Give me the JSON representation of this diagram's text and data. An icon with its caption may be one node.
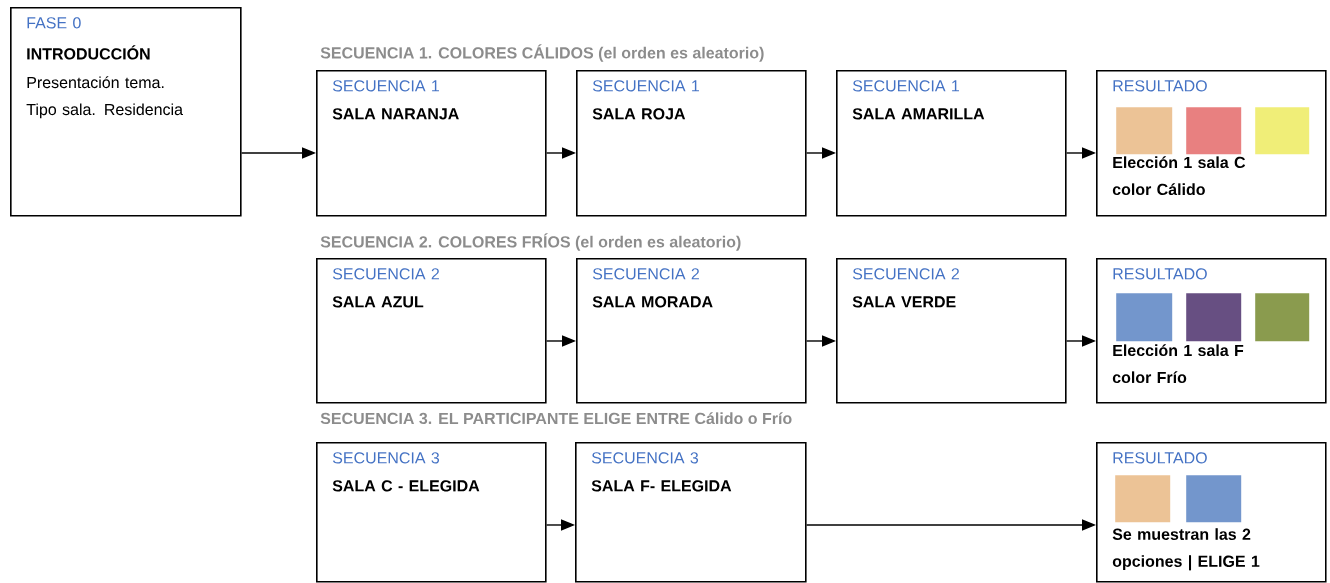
{
  "diagram": {
    "nodes": [
      {
        "text": [
          "FASE 0",
          "INTRODUCCIÓN",
          "Presentación tema. Tipo sala. Residencia"
        ]
      },
      {
        "text": [
          "SECUENCIA  1",
          "SALA NARANJA"
        ]
      },
      {
        "text": [
          "SECUENCIA  1",
          "SALA ROJA"
        ]
      },
      {
        "text": [
          "SECUENCIA  1",
          "SALA AMARILLA"
        ]
      },
      {
        "text": [
          "RESULTADO",
          "Elección 1 sala C color Cálido"
        ]
      },
      {
        "text": [],
        "shape": "box",
        "in": 4
      },
      {
        "text": [],
        "shape": "box",
        "in": 4
      },
      {
        "text": [],
        "shape": "box",
        "in": 4
      },
      {
        "text": [
          "SECUENCIA  2",
          "SALA AZUL"
        ]
      },
      {
        "text": [
          "SECUENCIA  2",
          "SALA MORADA"
        ]
      },
      {
        "text": [
          "SECUENCIA  2",
          "SALA VERDE"
        ]
      },
      {
        "text": [
          "RESULTADO",
          "Elección 1 sala F color Frío"
        ]
      },
      {
        "text": [],
        "shape": "box",
        "in": 11
      },
      {
        "text": [],
        "shape": "box",
        "in": 11
      },
      {
        "text": [],
        "shape": "box",
        "in": 11
      },
      {
        "text": [
          "SECUENCIA  3",
          "SALA C - ELEGIDA"
        ]
      },
      {
        "text": [
          "SECUENCIA  3",
          "SALA F- ELEGIDA"
        ]
      },
      {
        "text": [
          "RESULTADO",
          "Se muestran las 2 opciones | ELIGE 1"
        ]
      },
      {
        "text": [],
        "shape": "box",
        "in": 17
      },
      {
        "text": [],
        "shape": "box",
        "in": 17
      }
    ],
    "edges": [
      {
        "from": 0,
        "to": 1,
        "arrow": "to"
      },
      {
        "from": 1,
        "to": 2,
        "arrow": "to"
      },
      {
        "from": 2,
        "to": 3,
        "arrow": "to"
      },
      {
        "from": 3,
        "to": 4,
        "arrow": "to"
      },
      {
        "from": 8,
        "to": 9,
        "arrow": "to"
      },
      {
        "from": 9,
        "to": 10,
        "arrow": "to"
      },
      {
        "from": 10,
        "to": 11,
        "arrow": "to"
      },
      {
        "from": 15,
        "to": 16,
        "arrow": "to"
      },
      {
        "from": 16,
        "to": 17,
        "arrow": "to"
      }
    ],
    "labels": [
      "SECUENCIA 1. COLORES CÁLIDOS (el orden es aleatorio)",
      "SECUENCIA 2. COLORES FRÍOS (el orden es aleatorio)",
      "SECUENCIA 3. EL PARTICIPANTE ELIGE ENTRE **C**álido o **F**río"
    ]
  }
}
